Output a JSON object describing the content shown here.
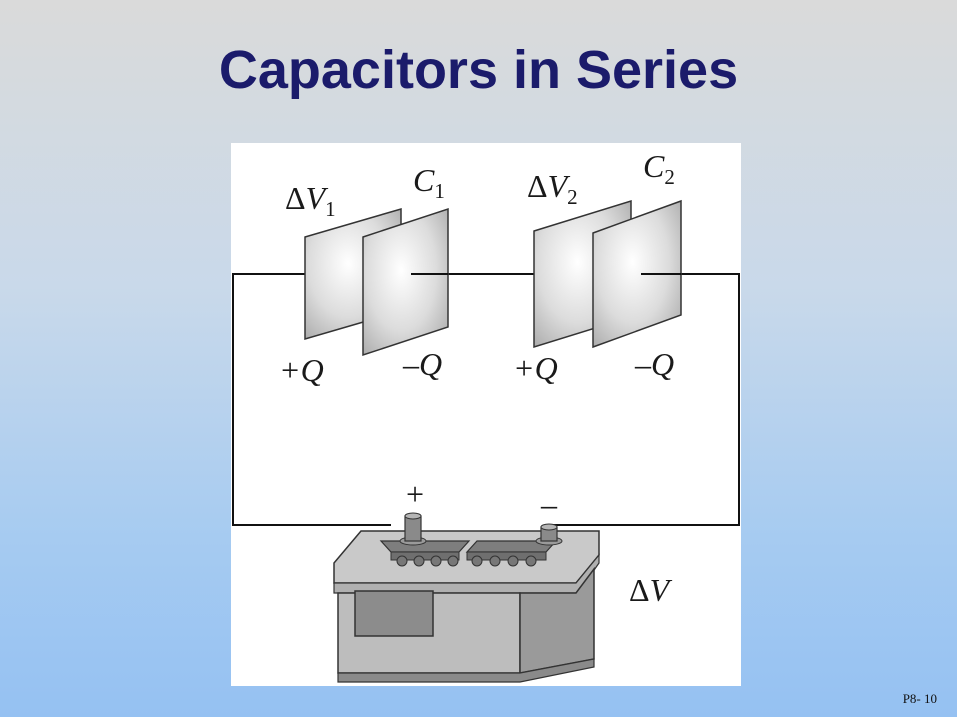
{
  "title": "Capacitors in Series",
  "slide_number": "P8- 10",
  "diagram": {
    "capacitor_1": {
      "label_name": "C",
      "label_sub": "1",
      "voltage_delta": "Δ",
      "voltage_var": "V",
      "voltage_sub": "1",
      "plus_charge": "+Q",
      "minus_charge": "–Q"
    },
    "capacitor_2": {
      "label_name": "C",
      "label_sub": "2",
      "voltage_delta": "Δ",
      "voltage_var": "V",
      "voltage_sub": "2",
      "plus_charge": "+Q",
      "minus_charge": "–Q"
    },
    "battery": {
      "plus_terminal": "+",
      "minus_terminal": "–",
      "voltage_delta": "Δ",
      "voltage_var": "V"
    }
  }
}
